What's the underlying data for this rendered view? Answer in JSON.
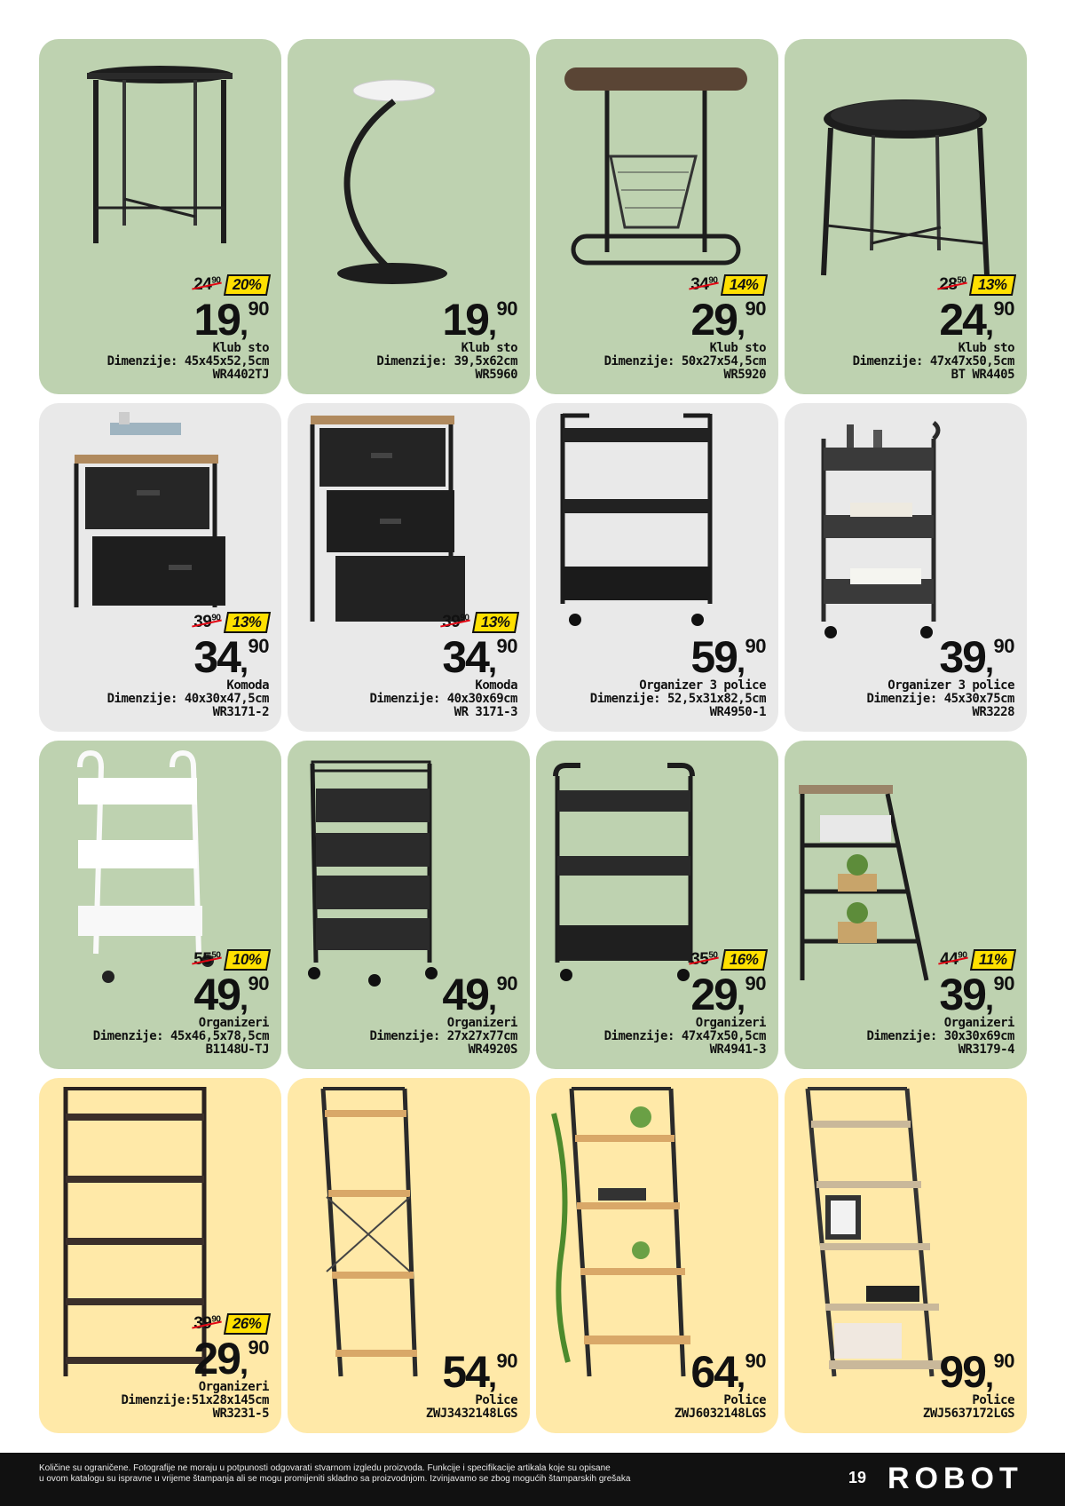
{
  "products": [
    {
      "old": "24",
      "old_dec": "90",
      "badge": "20%",
      "int": "19",
      "dec": "90",
      "name": "Klub sto",
      "dim": "Dimenzije: 45x45x52,5cm",
      "code": "WR4402TJ"
    },
    {
      "old": "",
      "old_dec": "",
      "badge": "",
      "int": "19",
      "dec": "90",
      "name": "Klub sto",
      "dim": "Dimenzije: 39,5x62cm",
      "code": "WR5960"
    },
    {
      "old": "34",
      "old_dec": "90",
      "badge": "14%",
      "int": "29",
      "dec": "90",
      "name": "Klub sto",
      "dim": "Dimenzije: 50x27x54,5cm",
      "code": "WR5920"
    },
    {
      "old": "28",
      "old_dec": "50",
      "badge": "13%",
      "int": "24",
      "dec": "90",
      "name": "Klub sto",
      "dim": "Dimenzije: 47x47x50,5cm",
      "code": "BT WR4405"
    },
    {
      "old": "39",
      "old_dec": "90",
      "badge": "13%",
      "int": "34",
      "dec": "90",
      "name": "Komoda",
      "dim": "Dimenzije: 40x30x47,5cm",
      "code": "WR3171-2"
    },
    {
      "old": "39",
      "old_dec": "90",
      "badge": "13%",
      "int": "34",
      "dec": "90",
      "name": "Komoda",
      "dim": "Dimenzije: 40x30x69cm",
      "code": "WR 3171-3"
    },
    {
      "old": "",
      "old_dec": "",
      "badge": "",
      "int": "59",
      "dec": "90",
      "name": "Organizer 3 police",
      "dim": "Dimenzije: 52,5x31x82,5cm",
      "code": "WR4950-1"
    },
    {
      "old": "",
      "old_dec": "",
      "badge": "",
      "int": "39",
      "dec": "90",
      "name": "Organizer 3 police",
      "dim": "Dimenzije: 45x30x75cm",
      "code": "WR3228"
    },
    {
      "old": "55",
      "old_dec": "50",
      "badge": "10%",
      "int": "49",
      "dec": "90",
      "name": "Organizeri",
      "dim": "Dimenzije: 45x46,5x78,5cm",
      "code": "B1148U-TJ"
    },
    {
      "old": "",
      "old_dec": "",
      "badge": "",
      "int": "49",
      "dec": "90",
      "name": "Organizeri",
      "dim": "Dimenzije: 27x27x77cm",
      "code": "WR4920S"
    },
    {
      "old": "35",
      "old_dec": "50",
      "badge": "16%",
      "int": "29",
      "dec": "90",
      "name": "Organizeri",
      "dim": "Dimenzije: 47x47x50,5cm",
      "code": "WR4941-3"
    },
    {
      "old": "44",
      "old_dec": "90",
      "badge": "11%",
      "int": "39",
      "dec": "90",
      "name": "Organizeri",
      "dim": "Dimenzije: 30x30x69cm",
      "code": "WR3179-4"
    },
    {
      "old": "39",
      "old_dec": "90",
      "badge": "26%",
      "int": "29",
      "dec": "90",
      "name": "Organizeri",
      "dim": "Dimenzije:51x28x145cm",
      "code": "WR3231-5"
    },
    {
      "old": "",
      "old_dec": "",
      "badge": "",
      "int": "54",
      "dec": "90",
      "name": "Police",
      "dim": "",
      "code": "ZWJ3432148LGS"
    },
    {
      "old": "",
      "old_dec": "",
      "badge": "",
      "int": "64",
      "dec": "90",
      "name": "Police",
      "dim": "",
      "code": "ZWJ6032148LGS"
    },
    {
      "old": "",
      "old_dec": "",
      "badge": "",
      "int": "99",
      "dec": "90",
      "name": "Police",
      "dim": "",
      "code": "ZWJ5637172LGS"
    }
  ],
  "footer": {
    "legal_line1": "Količine su ograničene. Fotografije ne moraju u potpunosti odgovarati stvarnom izgledu proizvoda. Funkcije i specifikacije artikala koje su opisane",
    "legal_line2": "u ovom katalogu su ispravne u vrijeme štampanja ali se mogu promijeniti skladno sa proizvodnjom. Izvinjavamo se zbog mogućih štamparskih grešaka",
    "page_number": "19",
    "logo": "ROBOT"
  },
  "colors": {
    "green": "#bed2b0",
    "gray": "#e9e9e9",
    "yellow": "#ffe9a8",
    "badge": "#ffe000",
    "strike": "#e30613"
  }
}
